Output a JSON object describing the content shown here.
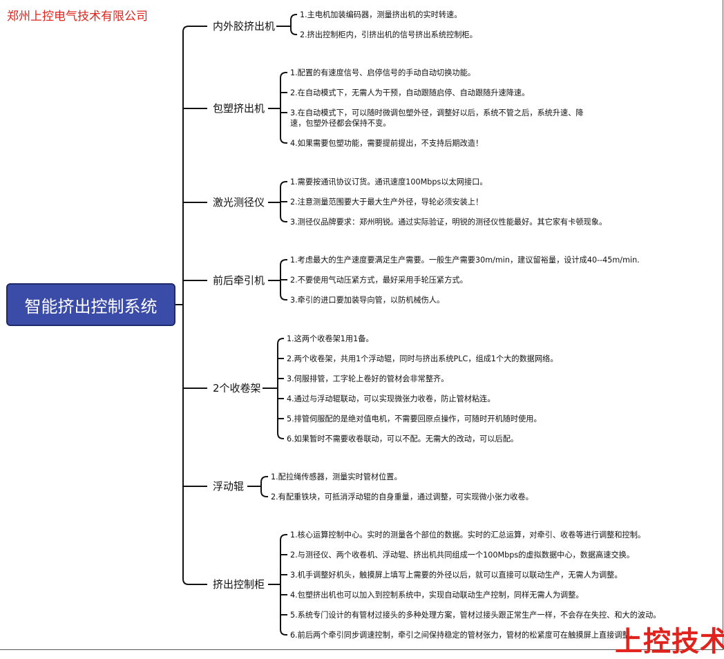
{
  "company": "郑州上控电气技术有限公司",
  "watermark": "上控技术",
  "root": "智能挤出控制系统",
  "colors": {
    "company": "#e0231c",
    "root_fill": "#3b4ca8",
    "lines": "#111111"
  },
  "branches": [
    {
      "label": "内外胶挤出机",
      "items": [
        "1.主电机加装编码器，测量挤出机的实时转速。",
        "2.挤出控制柜内，引挤出机的信号挤出系统控制柜。"
      ]
    },
    {
      "label": "包塑挤出机",
      "items": [
        "1.配置的有速度信号、启停信号的手动自动切换功能。",
        "2.在自动模式下，无需人为干预，自动跟随启停、自动跟随升速降速。",
        "3.在自动模式下，可以随时微调包塑外径，调整好以后，系统不管之后，系统升速、降速，包塑外径都会保持不变。",
        "4.如果需要包塑功能，需要提前提出，不支持后期改造！"
      ]
    },
    {
      "label": "激光测径仪",
      "items": [
        "1.需要按通讯协议订货。通讯速度100Mbps以太网接口。",
        "2.注意测量范围要大于最大生产外径，导轮必须安装上！",
        "3.测径仪品牌要求：郑州明锐。通过实际验证，明锐的测径仪性能最好。其它家有卡顿现象。"
      ]
    },
    {
      "label": "前后牵引机",
      "items": [
        "1.考虑最大的生产速度要满足生产需要。一般生产需要30m/min，建议留裕量，设计成40--45m/min.",
        "2.不要使用气动压紧方式，最好采用手轮压紧方式。",
        "3.牵引的进口要加装导向管，以防机械伤人。"
      ]
    },
    {
      "label": "2个收卷架",
      "items": [
        "1.这两个收卷架1用1备。",
        "2.两个收卷架，共用1个浮动辊，同时与挤出系统PLC，组成1个大的数据网络。",
        "3.伺服排管，工字轮上卷好的管材会非常整齐。",
        "4.通过与浮动辊联动，可以实现微张力收卷，防止管材粘连。",
        "5.排管伺服配的是绝对值电机，不需要回原点操作，可随时开机随时使用。",
        "6.如果暂时不需要收卷联动，可以不配。无需大的改动，可以后配。"
      ]
    },
    {
      "label": "浮动辊",
      "items": [
        "1.配拉绳传感器，测量实时管材位置。",
        "2.有配重铁块，可抵消浮动辊的自身重量，通过调整，可实现微小张力收卷。"
      ]
    },
    {
      "label": "挤出控制柜",
      "items": [
        "1.核心运算控制中心。实时的测量各个部位的数据。实时的汇总运算，对牵引、收卷等进行调整和控制。",
        "2.与测径仪、两个收卷机、浮动辊、挤出机共同组成一个100Mbps的虚拟数据中心，数据高速交换。",
        "3.机手调整好机头，触摸屏上填写上需要的外径以后，就可以直接可以联动生产，无需人为调整。",
        "4.包塑挤出机也可以加入到控制系统中，实现自动联动生产控制，同样无需人为调整。",
        "5.系统专门设计的有管材过接头的多种处理方案，管材过接头跟正常生产一样，不会存在失控、和大的波动。",
        "6.前后两个牵引同步调速控制，牵引之间保持稳定的管材张力，管材的松紧度可在触摸屏上直接调整。"
      ]
    }
  ]
}
